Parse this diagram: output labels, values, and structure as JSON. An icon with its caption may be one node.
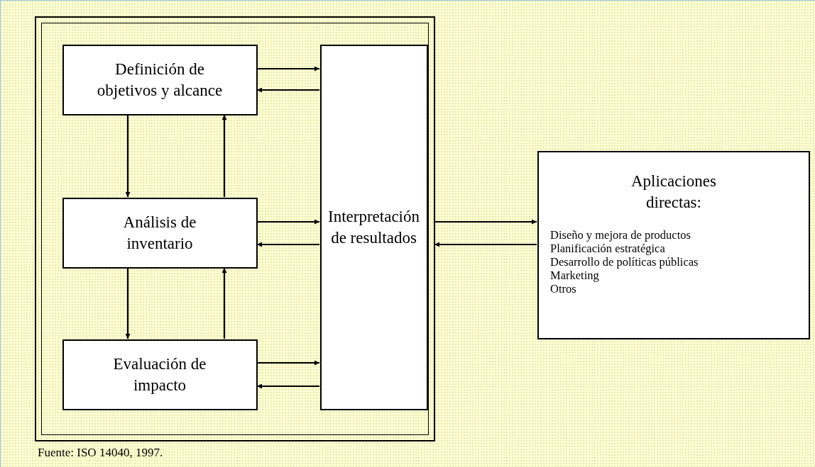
{
  "diagram": {
    "nodes": [
      {
        "text": [],
        "shape": "box"
      },
      {
        "text": [
          "Definición de objetivos y alcance"
        ],
        "in": 0
      },
      {
        "text": [
          "Análisis de inventario"
        ],
        "in": 0
      },
      {
        "text": [
          "Evaluación de impacto"
        ],
        "in": 0
      },
      {
        "text": [
          "Interpretación de resultados"
        ],
        "in": 0
      },
      {
        "text": [
          "Aplicaciones directas:",
          "Diseño y mejora de productos",
          "Planificación estratégica",
          "Desarrollo de políticas públicas",
          "Marketing",
          "Otros"
        ]
      }
    ],
    "edges": [
      {
        "from": 1,
        "to": 4,
        "arrow": "to"
      },
      {
        "from": 4,
        "to": 1,
        "arrow": "to"
      },
      {
        "from": 1,
        "to": 2,
        "arrow": "to"
      },
      {
        "from": 2,
        "to": 1,
        "arrow": "to"
      },
      {
        "from": 2,
        "to": 4,
        "arrow": "to"
      },
      {
        "from": 4,
        "to": 2,
        "arrow": "to"
      },
      {
        "from": 2,
        "to": 3,
        "arrow": "to"
      },
      {
        "from": 3,
        "to": 2,
        "arrow": "to"
      },
      {
        "from": 3,
        "to": 4,
        "arrow": "to"
      },
      {
        "from": 4,
        "to": 3,
        "arrow": "to"
      },
      {
        "from": 0,
        "to": 5,
        "arrow": "to"
      },
      {
        "from": 5,
        "to": 0,
        "arrow": "to"
      }
    ],
    "labels": [
      "Fuente: ISO 14040, 1997."
    ]
  }
}
